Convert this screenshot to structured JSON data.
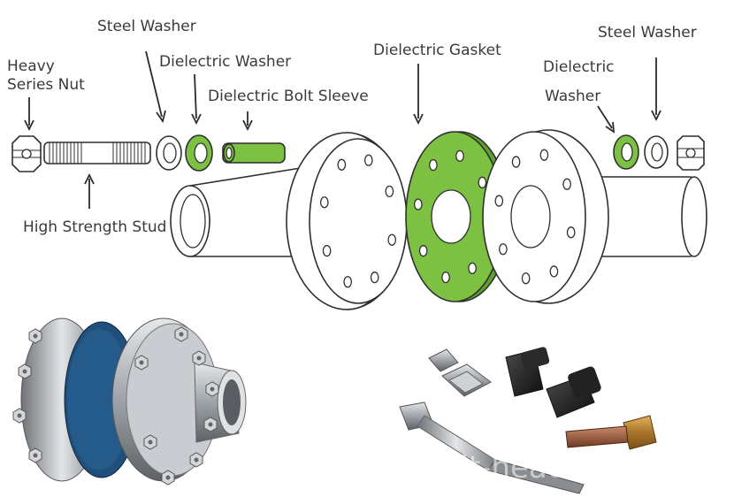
{
  "labels": {
    "heavy_series_nut_line1": "Heavy",
    "heavy_series_nut_line2": "Series Nut",
    "steel_washer_left": "Steel Washer",
    "dielectric_washer_left": "Dielectric Washer",
    "dielectric_bolt_sleeve": "Dielectric Bolt Sleeve",
    "dielectric_gasket": "Dielectric Gasket",
    "dielectric_washer_right_line1": "Dielectric",
    "dielectric_washer_right_line2": "Washer",
    "steel_washer_right": "Steel Washer",
    "high_strength_stud": "High Strength Stud"
  },
  "watermark": "bolt-heading.co",
  "colors": {
    "insulation_green": "#7dc143",
    "line": "#2f2f2f",
    "label": "#3a3a3a",
    "gasket_photo": "#1f4f7a",
    "steel": "#b9bcc0"
  }
}
